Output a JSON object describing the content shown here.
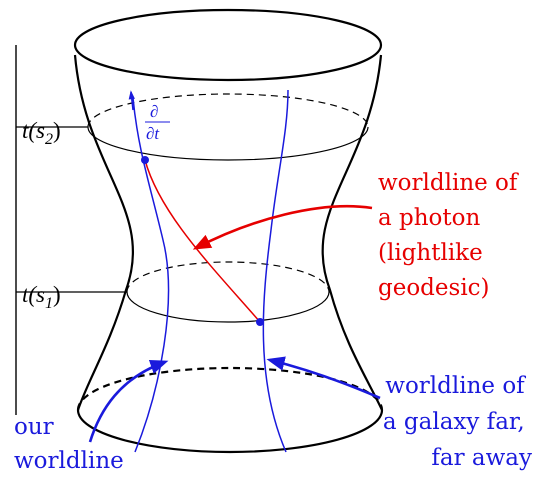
{
  "colors": {
    "ink": "#000000",
    "worldline": "#1a1adc",
    "photon": "#e60000"
  },
  "time_axis": {
    "upper_tick": "t(s",
    "upper_sub": "2",
    "lower_tick": "t(s",
    "lower_sub": "1",
    "close_paren": ")"
  },
  "vector_label": {
    "numerator": "∂",
    "denominator": "∂t"
  },
  "annotations": {
    "photon": [
      "worldline of",
      "a photon",
      "(lightlike",
      "geodesic)"
    ],
    "galaxy": [
      "worldline of",
      "a galaxy far,",
      "far away"
    ],
    "ours": [
      "our",
      "worldline"
    ]
  }
}
